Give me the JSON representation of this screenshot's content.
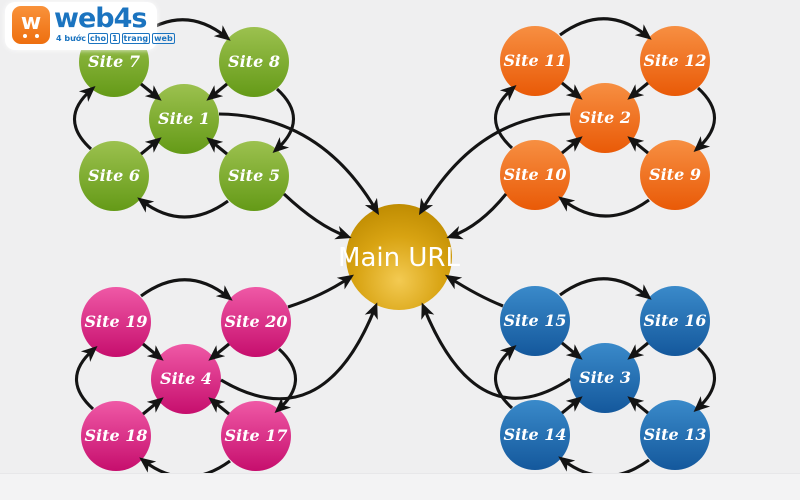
{
  "logo": {
    "icon_letter": "w",
    "brand": "web4s",
    "tagline_parts": [
      {
        "text": "4 bước",
        "boxed": false
      },
      {
        "text": "cho",
        "boxed": true
      },
      {
        "text": "1",
        "boxed": true
      },
      {
        "text": "trang",
        "boxed": true
      },
      {
        "text": "web",
        "boxed": true
      }
    ],
    "brand_color": "#1b74c0",
    "icon_color": "#f47a20"
  },
  "diagram": {
    "hub": {
      "label": "Main URL",
      "color": "#d8a312"
    },
    "clusters": [
      {
        "id": "green",
        "position": "top-left",
        "color": "#7aa62a",
        "nodes": {
          "tl": "Site 7",
          "tr": "Site 8",
          "center": "Site 1",
          "bl": "Site 6",
          "br": "Site 5"
        }
      },
      {
        "id": "orange",
        "position": "top-right",
        "color": "#f26a15",
        "nodes": {
          "tl": "Site 11",
          "tr": "Site 12",
          "center": "Site 2",
          "bl": "Site 10",
          "br": "Site 9"
        }
      },
      {
        "id": "pink",
        "position": "bottom-left",
        "color": "#e02585",
        "nodes": {
          "tl": "Site 19",
          "tr": "Site 20",
          "center": "Site 4",
          "bl": "Site 18",
          "br": "Site 17"
        }
      },
      {
        "id": "blue",
        "position": "bottom-right",
        "color": "#2673b8",
        "nodes": {
          "tl": "Site 15",
          "tr": "Site 16",
          "center": "Site 3",
          "bl": "Site 14",
          "br": "Site 13"
        }
      }
    ],
    "connections": {
      "ring_direction": "clockwise",
      "rings": [
        [
          "Site 7",
          "Site 8",
          "Site 5",
          "Site 6"
        ],
        [
          "Site 11",
          "Site 12",
          "Site 9",
          "Site 10"
        ],
        [
          "Site 19",
          "Site 20",
          "Site 17",
          "Site 18"
        ],
        [
          "Site 15",
          "Site 16",
          "Site 13",
          "Site 14"
        ]
      ],
      "spokes_to_cluster_hub": [
        {
          "hub": "Site 1",
          "from": [
            "Site 7",
            "Site 8",
            "Site 6",
            "Site 5"
          ]
        },
        {
          "hub": "Site 2",
          "from": [
            "Site 11",
            "Site 12",
            "Site 10",
            "Site 9"
          ]
        },
        {
          "hub": "Site 4",
          "from": [
            "Site 19",
            "Site 20",
            "Site 18",
            "Site 17"
          ]
        },
        {
          "hub": "Site 3",
          "from": [
            "Site 15",
            "Site 16",
            "Site 14",
            "Site 13"
          ]
        }
      ],
      "links_to_main": [
        "Site 1",
        "Site 5",
        "Site 2",
        "Site 10",
        "Site 20",
        "Site 4",
        "Site 15",
        "Site 3"
      ]
    }
  },
  "colors": {
    "background": "#efeff0",
    "arrow": "#141414",
    "label_text": "#ffffff"
  }
}
